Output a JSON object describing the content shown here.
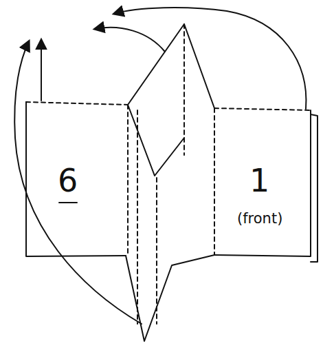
{
  "diagram": {
    "labels": [
      "6",
      "1",
      "(front)"
    ]
  }
}
